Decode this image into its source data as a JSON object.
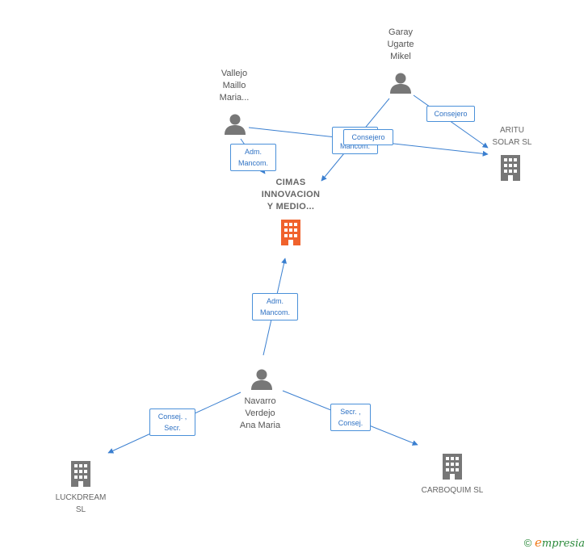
{
  "nodes": {
    "garay": "Garay\nUgarte\nMikel",
    "vallejo": "Vallejo\nMaillo\nMaria...",
    "cimas": "CIMAS\nINNOVACION\nY MEDIO...",
    "aritu": "ARITU\nSOLAR SL",
    "navarro": "Navarro\nVerdejo\nAna Maria",
    "luckdream": "LUCKDREAM\nSL",
    "carboquim": "CARBOQUIM SL"
  },
  "edges": {
    "garay_aritu": "Consejero",
    "vallejo_aritu": "Consejero",
    "garay_cimas": "Adm.\nMancom.",
    "vallejo_cimas": "Adm.\nMancom.",
    "navarro_cimas": "Adm.\nMancom.",
    "navarro_luckdream": "Consej. ,\nSecr.",
    "navarro_carboquim": "Secr. ,\nConsej."
  },
  "footer": {
    "copyright_symbol": "©",
    "brand_initial": "e",
    "brand_rest": "mpresia"
  },
  "colors": {
    "edge": "#3a7fd0",
    "person": "#777777",
    "company": "#777777",
    "focus_company": "#f0622c"
  }
}
